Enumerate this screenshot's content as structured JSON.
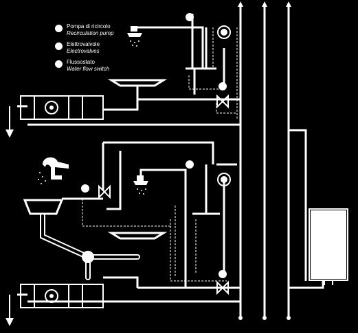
{
  "legend": {
    "items": [
      {
        "it": "Pompa di ricircolo",
        "en": "Recirculation pump",
        "icon": "pump-dot-icon"
      },
      {
        "it": "Elettrovalvole",
        "en": "Electrovalves",
        "icon": "valve-dot-icon"
      },
      {
        "it": "Flussostato",
        "en": "Water flow switch",
        "icon": "flow-switch-dot-icon"
      }
    ]
  },
  "colors": {
    "background": "#000000",
    "lines": "#ffffff",
    "boiler": "#ffffff"
  }
}
